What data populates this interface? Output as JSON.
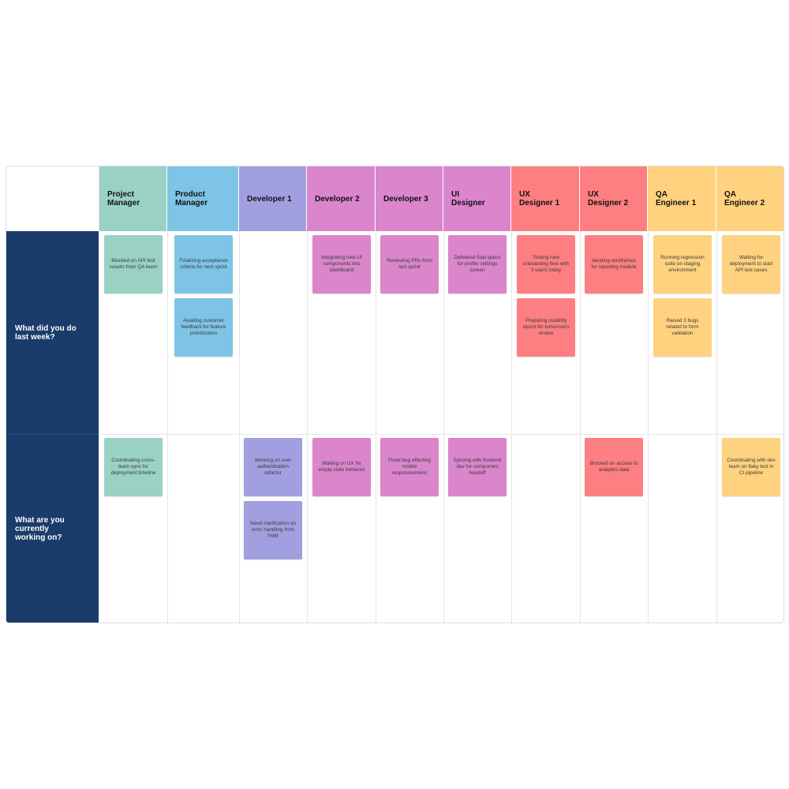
{
  "board": {
    "columns": [
      {
        "label": "Project\nManager",
        "color": "#99d1c5"
      },
      {
        "label": "Product\nManager",
        "color": "#7dc4e6"
      },
      {
        "label": "Developer 1",
        "color": "#a19fe0"
      },
      {
        "label": "Developer 2",
        "color": "#da85cc"
      },
      {
        "label": "Developer 3",
        "color": "#da85cc"
      },
      {
        "label": "UI\nDesigner",
        "color": "#da85cc"
      },
      {
        "label": "UX\nDesigner 1",
        "color": "#fd7f81"
      },
      {
        "label": "UX\nDesigner 2",
        "color": "#fd7f81"
      },
      {
        "label": "QA\nEngineer 1",
        "color": "#ffd27f"
      },
      {
        "label": "QA\nEngineer 2",
        "color": "#ffd27f"
      }
    ],
    "rows": [
      {
        "label": "What did you do\nlast week?"
      },
      {
        "label": "What are you\ncurrently\nworking on?"
      }
    ],
    "notes": [
      {
        "row": 0,
        "col": 0,
        "slot": 0,
        "text": "Blocked on API test results from QA team"
      },
      {
        "row": 0,
        "col": 1,
        "slot": 0,
        "text": "Finalizing acceptance criteria for next sprint"
      },
      {
        "row": 0,
        "col": 1,
        "slot": 1,
        "text": "Awaiting customer feedback for feature prioritization"
      },
      {
        "row": 0,
        "col": 3,
        "slot": 0,
        "text": "Integrating new UI components into dashboard"
      },
      {
        "row": 0,
        "col": 4,
        "slot": 0,
        "text": "Reviewing PRs from last sprint"
      },
      {
        "row": 0,
        "col": 5,
        "slot": 0,
        "text": "Delivered final specs for profile settings screen"
      },
      {
        "row": 0,
        "col": 6,
        "slot": 0,
        "text": "Testing new onboarding flow with 3 users today"
      },
      {
        "row": 0,
        "col": 6,
        "slot": 1,
        "text": "Preparing usability report for tomorrow's review"
      },
      {
        "row": 0,
        "col": 7,
        "slot": 0,
        "text": "Iterating wireframes for reporting module"
      },
      {
        "row": 0,
        "col": 8,
        "slot": 0,
        "text": "Running regression suite on staging environment"
      },
      {
        "row": 0,
        "col": 8,
        "slot": 1,
        "text": "Raised 2 bugs related to form validation"
      },
      {
        "row": 0,
        "col": 9,
        "slot": 0,
        "text": "Waiting for deployment to start API test cases"
      },
      {
        "row": 1,
        "col": 0,
        "slot": 0,
        "text": "Coordinating cross-team sync for deployment timeline"
      },
      {
        "row": 1,
        "col": 2,
        "slot": 0,
        "text": "Working on user authentication refactor"
      },
      {
        "row": 1,
        "col": 2,
        "slot": 1,
        "text": "Need clarification on error handling from PdM"
      },
      {
        "row": 1,
        "col": 3,
        "slot": 0,
        "text": "Waiting on UX for empty state behavior"
      },
      {
        "row": 1,
        "col": 4,
        "slot": 0,
        "text": "Fixed bug affecting mobile responsiveness"
      },
      {
        "row": 1,
        "col": 5,
        "slot": 0,
        "text": "Syncing with frontend dev for component handoff"
      },
      {
        "row": 1,
        "col": 7,
        "slot": 0,
        "text": "Blocked on access to analytics data"
      },
      {
        "row": 1,
        "col": 9,
        "slot": 0,
        "text": "Coordinating with dev team on flaky test in CI pipeline"
      }
    ]
  }
}
